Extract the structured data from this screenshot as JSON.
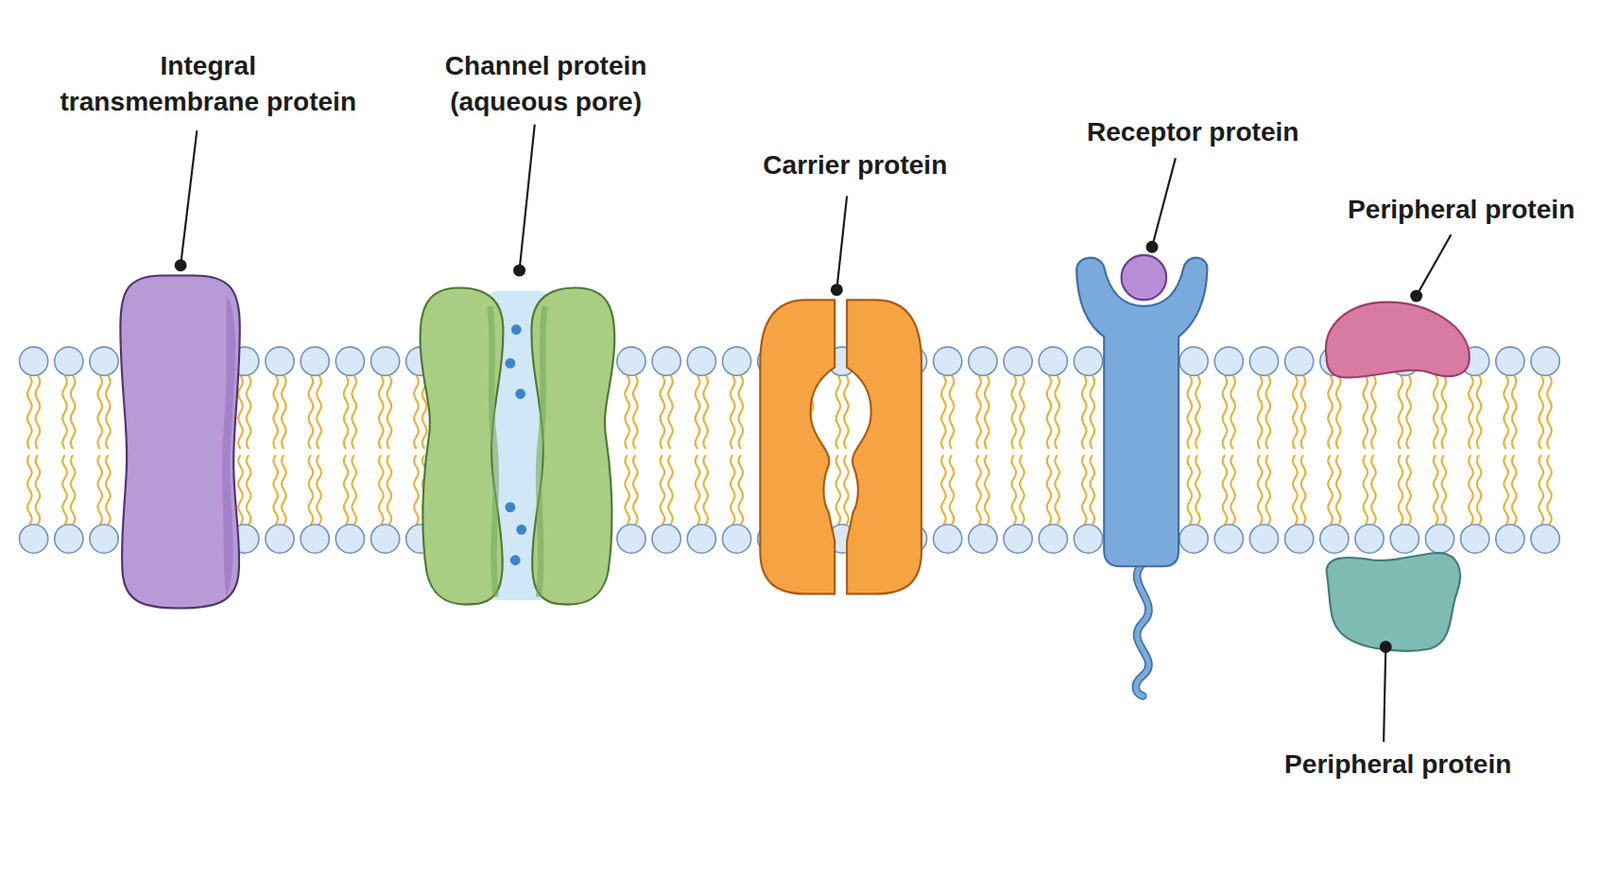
{
  "diagram": {
    "labels": [
      "Integral transmembrane protein",
      "Channel protein (aqueous pore)",
      "Carrier protein",
      "Receptor protein",
      "Peripheral protein",
      "Peripheral protein"
    ]
  }
}
